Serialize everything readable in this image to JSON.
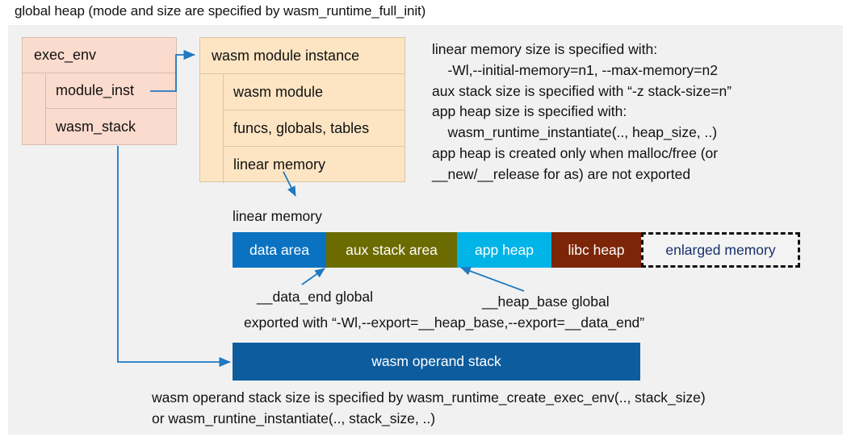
{
  "title": "global heap (mode and size are specified by wasm_runtime_full_init)",
  "colors": {
    "panel_bg": "#f1f1f1",
    "exec_env_fill": "#fbdbcd",
    "module_inst_fill": "#fde5c3",
    "data_area": "#0a72c0",
    "aux_stack_area": "#6b6b00",
    "app_heap": "#00b4e8",
    "libc_heap": "#7c2507",
    "enlarged_memory_text": "#16306b",
    "operand_stack": "#0c5c9e",
    "arrow": "#1f78c1"
  },
  "exec_env": {
    "header": "exec_env",
    "fields": [
      {
        "label": "module_inst"
      },
      {
        "label": "wasm_stack"
      }
    ]
  },
  "module_instance": {
    "header": "wasm module instance",
    "fields": [
      {
        "label": "wasm module"
      },
      {
        "label": "funcs, globals, tables"
      },
      {
        "label": "linear memory"
      }
    ]
  },
  "notes": {
    "right": "linear memory size is specified with:\n    -Wl,--initial-memory=n1, --max-memory=n2\naux stack size is specified with “-z stack-size=n”\napp heap size is specified with:\n    wasm_runtime_instantiate(.., heap_size, ..)\napp heap is created only when malloc/free (or\n__new/__release for as) are not exported",
    "bottom": "wasm operand stack size is specified by wasm_runtime_create_exec_env(.., stack_size)\nor wasm_runtine_instantiate(.., stack_size, ..)"
  },
  "linear_memory": {
    "caption": "linear memory",
    "segments": [
      {
        "label": "data area",
        "color": "#0a72c0",
        "width": 116
      },
      {
        "label": "aux stack area",
        "color": "#6b6b00",
        "width": 162
      },
      {
        "label": "app heap",
        "color": "#00b4e8",
        "width": 117
      },
      {
        "label": "libc heap",
        "color": "#7c2507",
        "width": 111
      },
      {
        "label": "enlarged memory",
        "color": "#f3f3f3",
        "width": 197
      }
    ]
  },
  "annotations": {
    "data_end": "__data_end global",
    "heap_base": "__heap_base global",
    "exported": "exported with “-Wl,--export=__heap_base,--export=__data_end”"
  },
  "operand_stack": {
    "label": "wasm operand stack"
  }
}
